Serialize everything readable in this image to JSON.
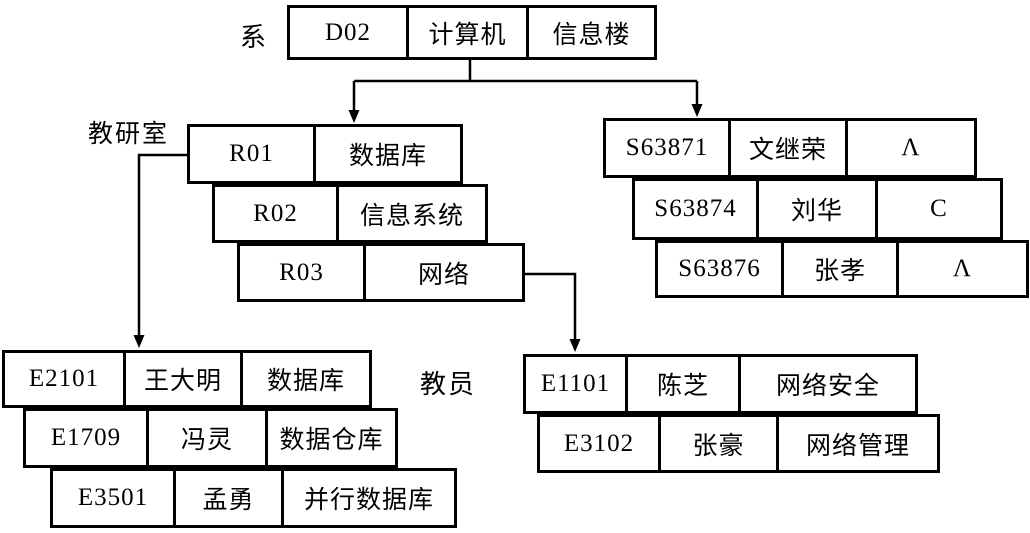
{
  "figure": {
    "background": "#ffffff",
    "line_color": "#000000",
    "labels": {
      "dept_level": "系",
      "office_level": "教研室",
      "teacher_level": "教员"
    },
    "records": {
      "dept": {
        "cells": [
          "D02",
          "计算机",
          "信息楼"
        ]
      },
      "office1": {
        "cells": [
          "R01",
          "数据库"
        ]
      },
      "office2": {
        "cells": [
          "R02",
          "信息系统"
        ]
      },
      "office3": {
        "cells": [
          "R03",
          "网络"
        ]
      },
      "student1": {
        "cells": [
          "S63871",
          "文继荣",
          "Λ"
        ]
      },
      "student2": {
        "cells": [
          "S63874",
          "刘华",
          "C"
        ]
      },
      "student3": {
        "cells": [
          "S63876",
          "张孝",
          "Λ"
        ]
      },
      "teacher_db1": {
        "cells": [
          "E2101",
          "王大明",
          "数据库"
        ]
      },
      "teacher_db2": {
        "cells": [
          "E1709",
          "冯灵",
          "数据仓库"
        ]
      },
      "teacher_db3": {
        "cells": [
          "E3501",
          "孟勇",
          "并行数据库"
        ]
      },
      "teacher_net1": {
        "cells": [
          "E1101",
          "陈芝",
          "网络安全"
        ]
      },
      "teacher_net2": {
        "cells": [
          "E3102",
          "张豪",
          "网络管理"
        ]
      }
    }
  }
}
